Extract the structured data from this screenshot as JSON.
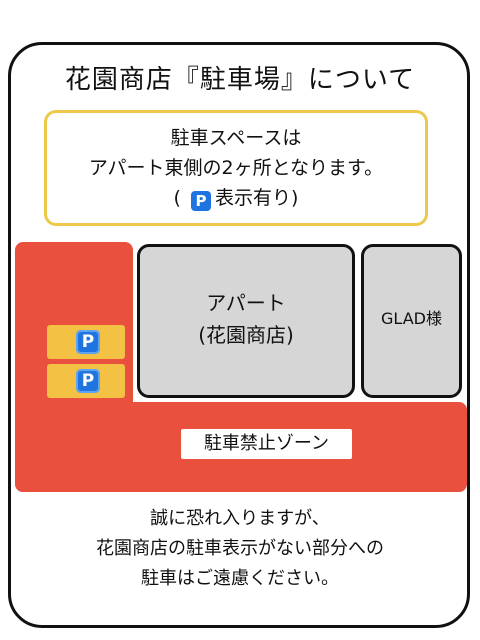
{
  "title": "花園商店『駐車場』について",
  "notice": {
    "line1": "駐車スペースは",
    "line2": "アパート東側の2ヶ所となります。",
    "line3_prefix": "(",
    "line3_badge": "P",
    "line3_suffix": "表示有り)"
  },
  "map": {
    "apartment_line1": "アパート",
    "apartment_line2": "(花園商店)",
    "neighbor": "GLAD様",
    "parking_spaces": [
      {
        "label": "P"
      },
      {
        "label": "P"
      }
    ],
    "no_parking_label": "駐車禁止ゾーン"
  },
  "footer": {
    "line1": "誠に恐れ入りますが、",
    "line2": "花園商店の駐車表示がない部分への",
    "line3": "駐車はご遠慮ください。"
  },
  "colors": {
    "no_parking_zone": "#e9503e",
    "parking_space": "#f3c244",
    "parking_badge": "#1f74e0",
    "building": "#d6d6d6",
    "notice_border": "#ecc94b"
  },
  "icons": [
    "parking-icon"
  ]
}
